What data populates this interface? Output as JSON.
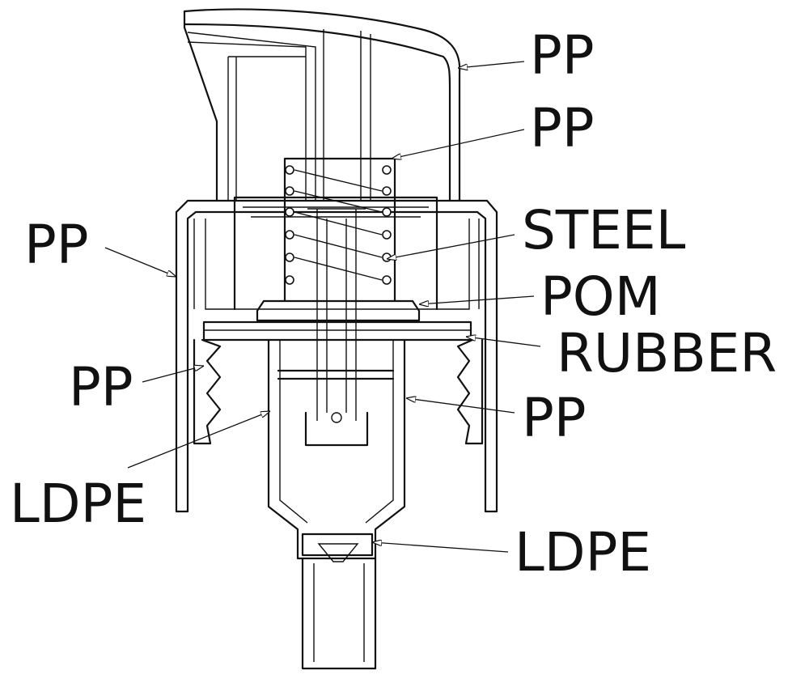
{
  "labels": {
    "actuator": "PP",
    "piston_stem": "PP",
    "closure_left": "PP",
    "spring": "STEEL",
    "piston_seal": "POM",
    "gasket": "RUBBER",
    "closure_thread": "PP",
    "pump_body": "PP",
    "body_seal": "LDPE",
    "valve": "LDPE"
  },
  "colors": {
    "ink": "#111111",
    "paper": "#ffffff"
  }
}
